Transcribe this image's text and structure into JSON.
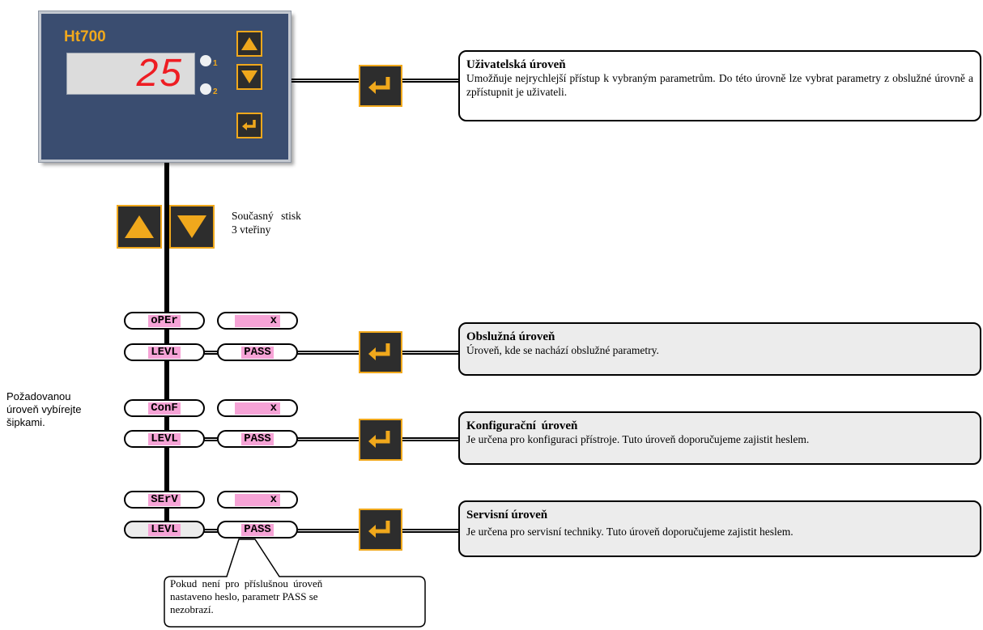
{
  "device": {
    "model": "Ht700",
    "display_value": "25",
    "led_1": "1",
    "led_2": "2"
  },
  "user_level": {
    "title": "Uživatelská úroveň",
    "text": "Umožňuje nejrychlejší přístup k vybraným parametrům. Do této úrovně lze vybrat parametry z obslužné úrovně a zpřístupnit je uživateli."
  },
  "press_note": {
    "line1": "Současný stisk",
    "line2": "3 vteřiny"
  },
  "select_note": {
    "line1": "Požadovanou",
    "line2": "úroveň vybírejte",
    "line3": "šipkami."
  },
  "levels": [
    {
      "code": "oPEr",
      "level_label": "LEVL",
      "value_placeholder": "x",
      "pass_label": "PASS",
      "title": "Obslužná úroveň",
      "text": "Úroveň, kde se nachází obslužné parametry."
    },
    {
      "code": "ConF",
      "level_label": "LEVL",
      "value_placeholder": "x",
      "pass_label": "PASS",
      "title": "Konfigurační úroveň",
      "text": "Je určena pro konfiguraci přístroje. Tuto úroveň doporučujeme zajistit heslem."
    },
    {
      "code": "SErV",
      "level_label": "LEVL",
      "value_placeholder": "x",
      "pass_label": "PASS",
      "title": "Servisní úroveň",
      "text": "Je určena pro servisní techniky. Tuto úroveň doporučujeme zajistit heslem."
    }
  ],
  "pass_note": {
    "line1": "Pokud není pro příslušnou úroveň",
    "line2": "nastaveno heslo, parametr PASS se",
    "line3": "nezobrazí."
  },
  "icons": {
    "up": "arrow-up-icon",
    "down": "arrow-down-icon",
    "enter": "enter-icon"
  },
  "colors": {
    "panel": "#3a4d70",
    "accent": "#f0a81c",
    "display_digits": "#ee1d23",
    "highlight": "#f6a3d6",
    "info_bg": "#ececec"
  }
}
